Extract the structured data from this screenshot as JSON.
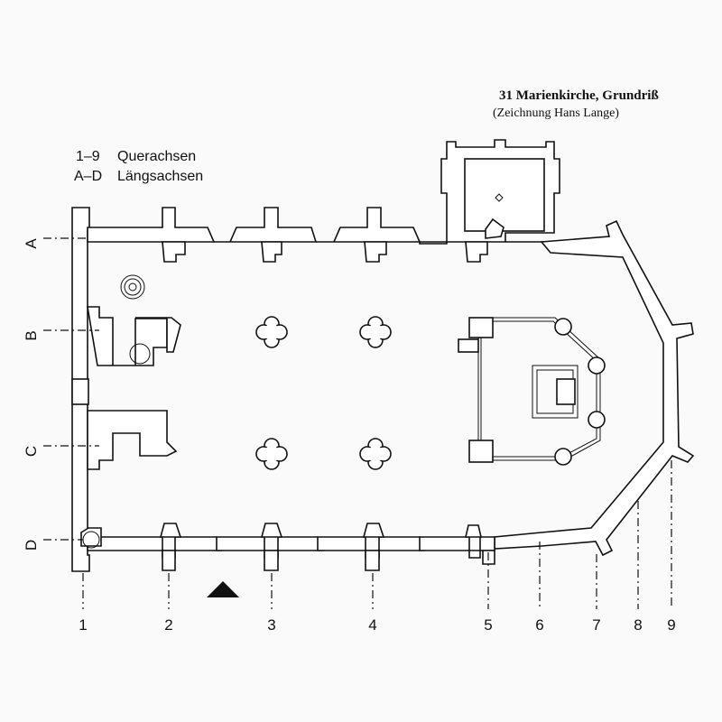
{
  "caption": {
    "title": "31 Marienkirche, Grundriß",
    "subtitle": "(Zeichnung Hans Lange)"
  },
  "legend": {
    "cross_axes_key": "1–9",
    "cross_axes_label": "Querachsen",
    "long_axes_key": "A–D",
    "long_axes_label": "Längsachsen"
  },
  "axes": {
    "longitudinal": [
      "A",
      "B",
      "C",
      "D"
    ],
    "transverse": [
      "1",
      "2",
      "3",
      "4",
      "5",
      "6",
      "7",
      "8",
      "9"
    ]
  },
  "entrance_marker": "triangle"
}
